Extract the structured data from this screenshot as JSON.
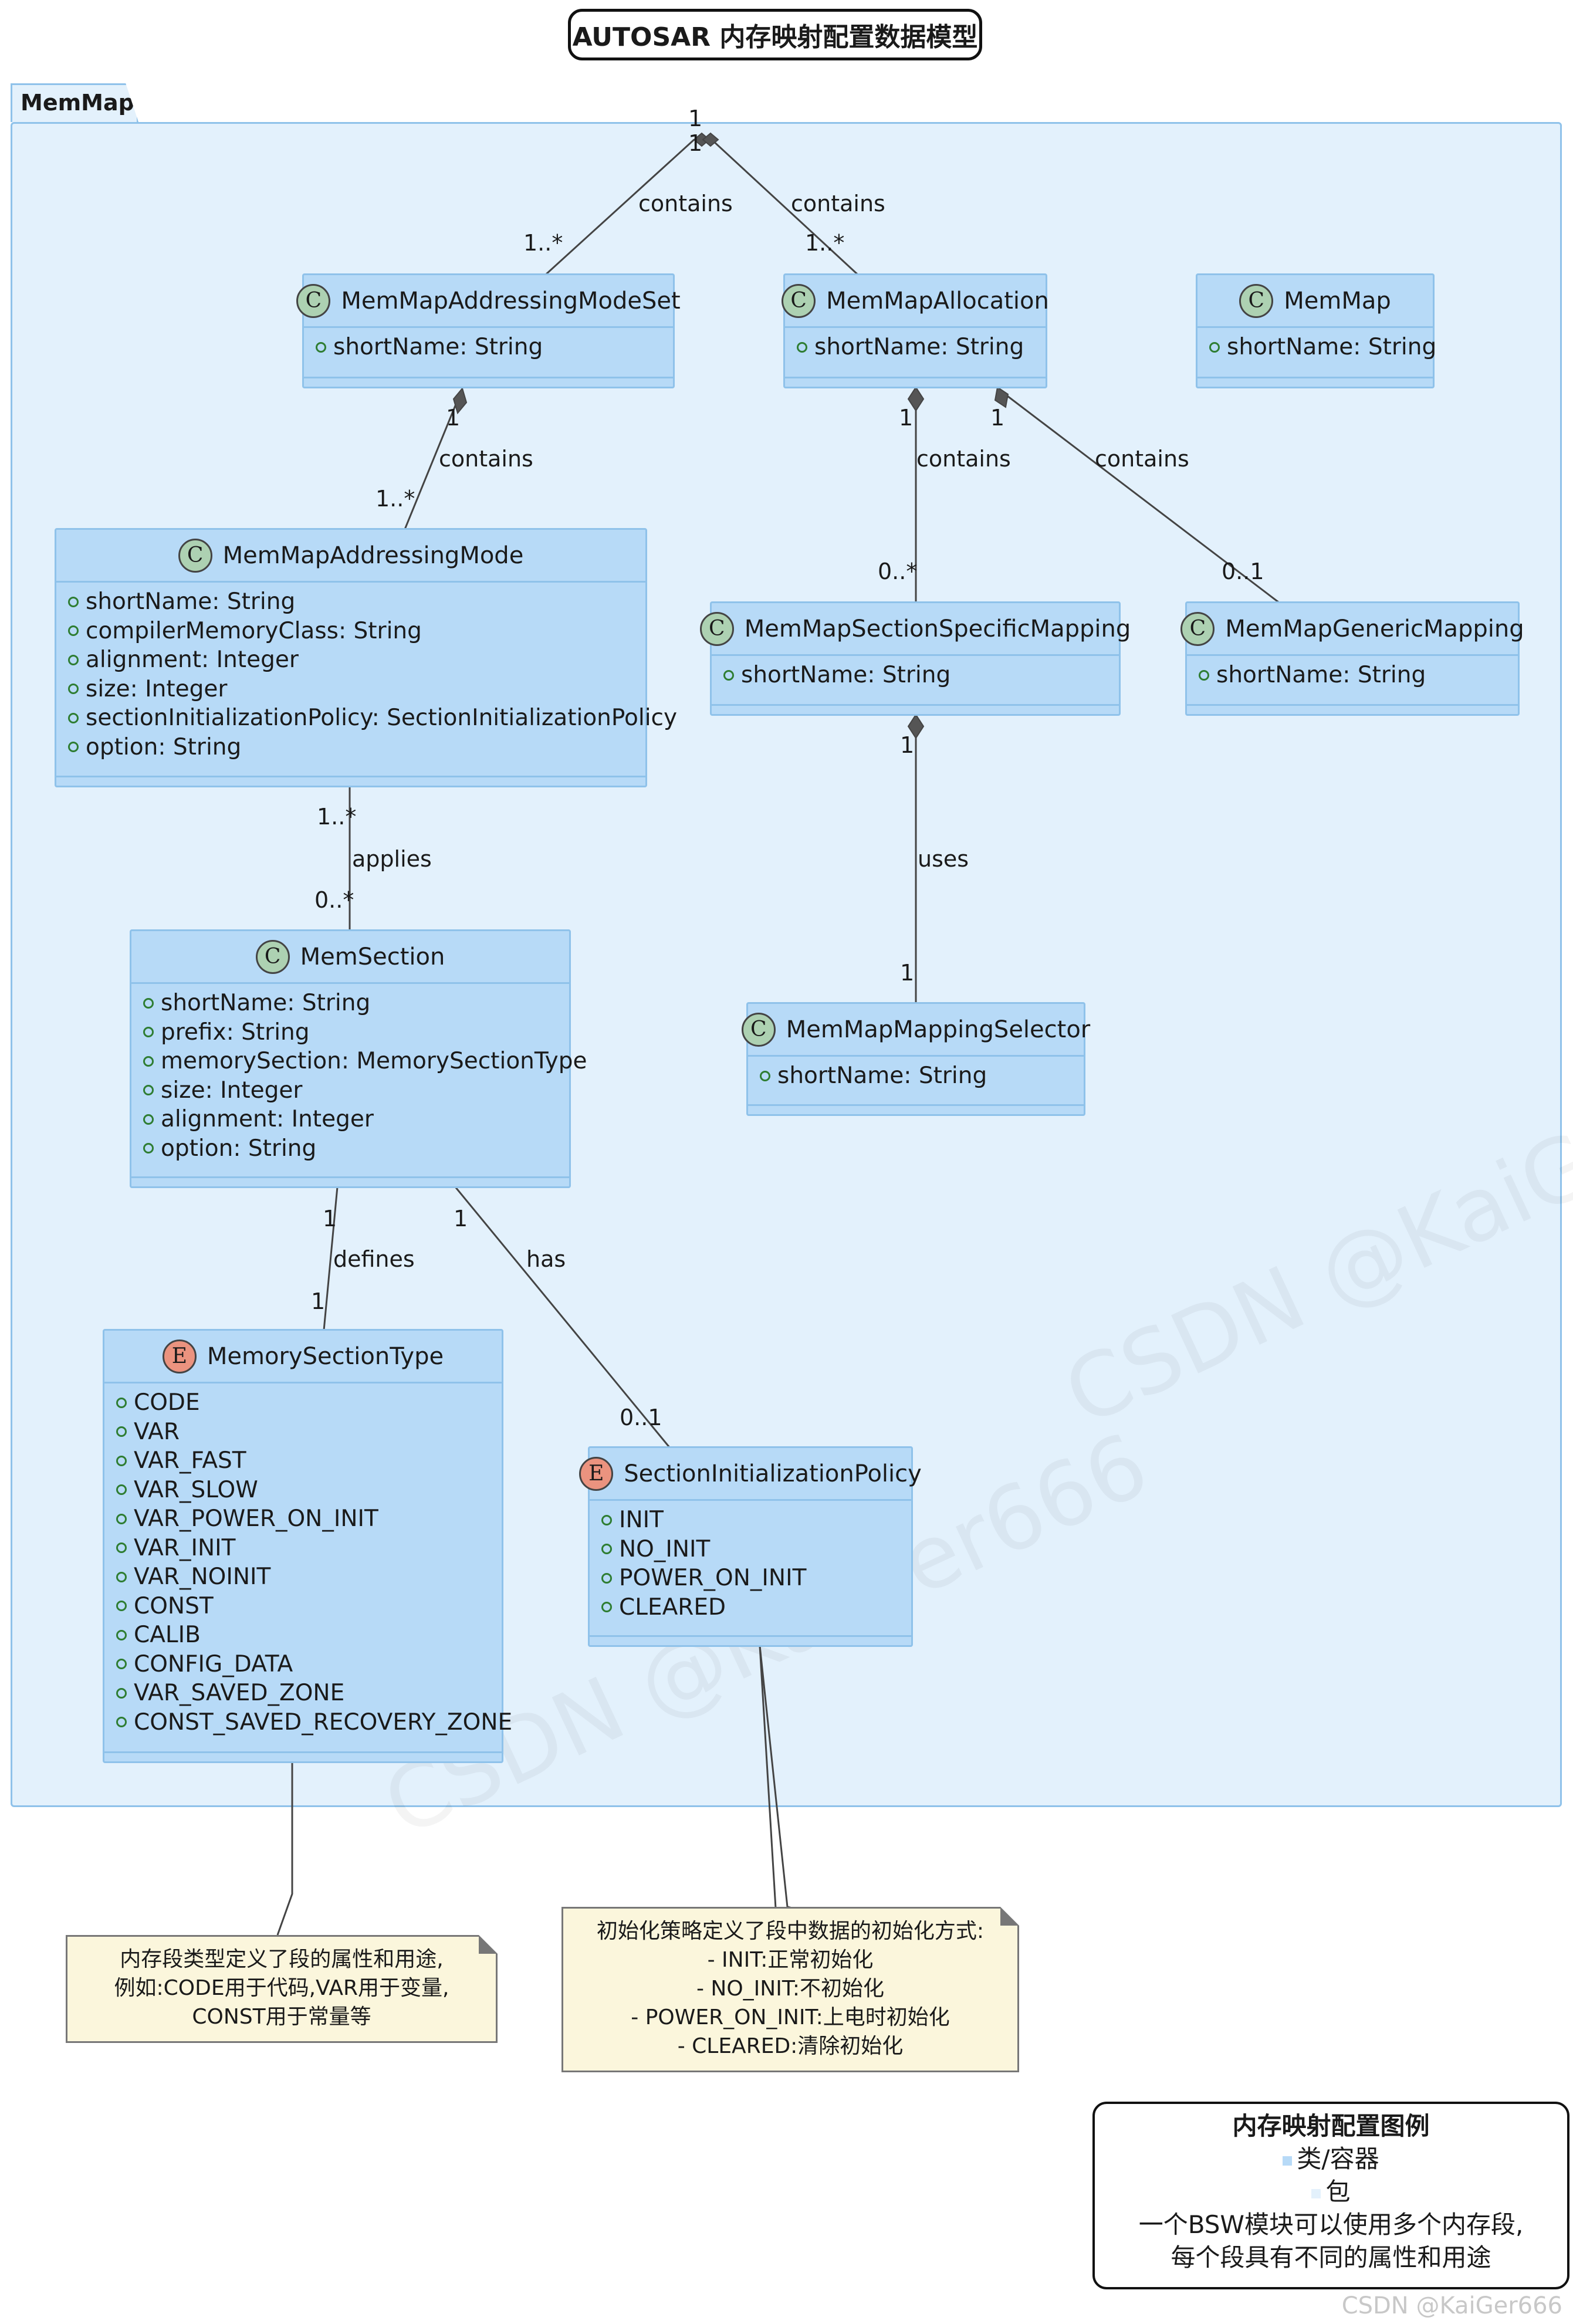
{
  "title": "AUTOSAR 内存映射配置数据模型",
  "package": {
    "name": "MemMap"
  },
  "classes": {
    "addressingModeSet": {
      "badge": "C",
      "name": "MemMapAddressingModeSet",
      "attrs": [
        "shortName: String"
      ]
    },
    "allocation": {
      "badge": "C",
      "name": "MemMapAllocation",
      "attrs": [
        "shortName: String"
      ]
    },
    "memMap": {
      "badge": "C",
      "name": "MemMap",
      "attrs": [
        "shortName: String"
      ]
    },
    "addressingMode": {
      "badge": "C",
      "name": "MemMapAddressingMode",
      "attrs": [
        "shortName: String",
        "compilerMemoryClass: String",
        "alignment: Integer",
        "size: Integer",
        "sectionInitializationPolicy: SectionInitializationPolicy",
        "option: String"
      ]
    },
    "sectionSpecific": {
      "badge": "C",
      "name": "MemMapSectionSpecificMapping",
      "attrs": [
        "shortName: String"
      ]
    },
    "generic": {
      "badge": "C",
      "name": "MemMapGenericMapping",
      "attrs": [
        "shortName: String"
      ]
    },
    "memSection": {
      "badge": "C",
      "name": "MemSection",
      "attrs": [
        "shortName: String",
        "prefix: String",
        "memorySection: MemorySectionType",
        "size: Integer",
        "alignment: Integer",
        "option: String"
      ]
    },
    "selector": {
      "badge": "C",
      "name": "MemMapMappingSelector",
      "attrs": [
        "shortName: String"
      ]
    },
    "memSectionType": {
      "badge": "E",
      "name": "MemorySectionType",
      "attrs": [
        "CODE",
        "VAR",
        "VAR_FAST",
        "VAR_SLOW",
        "VAR_POWER_ON_INIT",
        "VAR_INIT",
        "VAR_NOINIT",
        "CONST",
        "CALIB",
        "CONFIG_DATA",
        "VAR_SAVED_ZONE",
        "CONST_SAVED_RECOVERY_ZONE"
      ]
    },
    "initPolicy": {
      "badge": "E",
      "name": "SectionInitializationPolicy",
      "attrs": [
        "INIT",
        "NO_INIT",
        "POWER_ON_INIT",
        "CLEARED"
      ]
    }
  },
  "relation_labels": {
    "memmap_set_contains": "contains",
    "memmap_alloc_contains": "contains",
    "set_mode_contains": "contains",
    "alloc_specific_contains": "contains",
    "alloc_generic_contains": "contains",
    "mode_section_applies": "applies",
    "specific_selector_uses": "uses",
    "section_type_defines": "defines",
    "section_policy_has": "has"
  },
  "multiplicities": {
    "top_a": "1",
    "top_b": "1",
    "set_top": "1..*",
    "alloc_top": "1..*",
    "set_bottom": "1",
    "mode_top": "1..*",
    "alloc_bottom_left": "1",
    "alloc_bottom_right": "1",
    "specific_top": "0..*",
    "generic_top": "0..1",
    "mode_bottom": "1..*",
    "section_top": "0..*",
    "specific_bottom": "1",
    "selector_top": "1",
    "section_defines": "1",
    "type_top": "1",
    "section_has": "1",
    "policy_top": "0..1"
  },
  "notes": {
    "type_note": [
      "内存段类型定义了段的属性和用途,",
      "例如:CODE用于代码,VAR用于变量,",
      "CONST用于常量等"
    ],
    "policy_note": [
      "初始化策略定义了段中数据的初始化方式:",
      "- INIT:正常初始化",
      "- NO_INIT:不初始化",
      "- POWER_ON_INIT:上电时初始化",
      "- CLEARED:清除初始化"
    ]
  },
  "legend": {
    "title": "内存映射配置图例",
    "item_class": "类/容器",
    "item_package": "包",
    "line1": "一个BSW模块可以使用多个内存段,",
    "line2": "每个段具有不同的属性和用途"
  },
  "watermark": "CSDN @KaiGer666",
  "colors": {
    "class_fill": "#b7daf7",
    "class_border": "#8fc2ea",
    "package_fill": "#e3f1fc",
    "note_fill": "#fbf6dc",
    "class_badge": "#add1b2",
    "enum_badge": "#eb937f"
  }
}
